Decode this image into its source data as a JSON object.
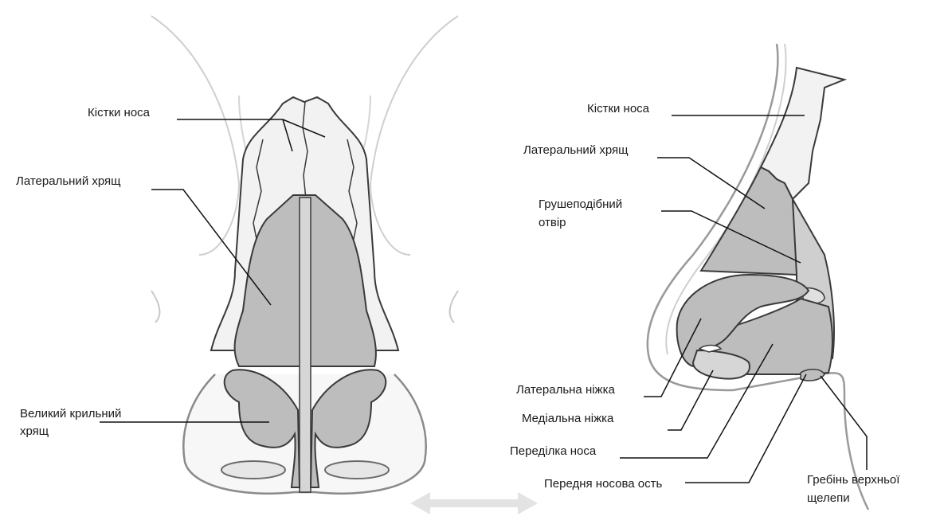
{
  "front_view": {
    "labels": {
      "nasal_bones": "Кістки носа",
      "lateral_cartilage": "Латеральний хрящ",
      "alar_cartilage_line1": "Великий крильний",
      "alar_cartilage_line2": "хрящ"
    }
  },
  "side_view": {
    "labels": {
      "nasal_bones": "Кістки носа",
      "lateral_cartilage": "Латеральний хрящ",
      "piriform_line1": "Грушеподібний",
      "piriform_line2": "отвір",
      "lateral_crus": "Латеральна ніжка",
      "medial_crus": "Медіальна ніжка",
      "septum": "Переділка носа",
      "anterior_spine": "Передня носова ость",
      "maxillary_crest_line1": "Гребінь верхньої",
      "maxillary_crest_line2": "щелепи"
    }
  },
  "colors": {
    "skin_outline": "#c8c8c8",
    "bone_fill": "#f2f2f2",
    "cartilage_fill": "#bdbdbd",
    "cartilage_light": "#d6d6d6",
    "outline": "#3a3a3a",
    "leader": "#111111",
    "arrow": "#e0e0e0"
  }
}
